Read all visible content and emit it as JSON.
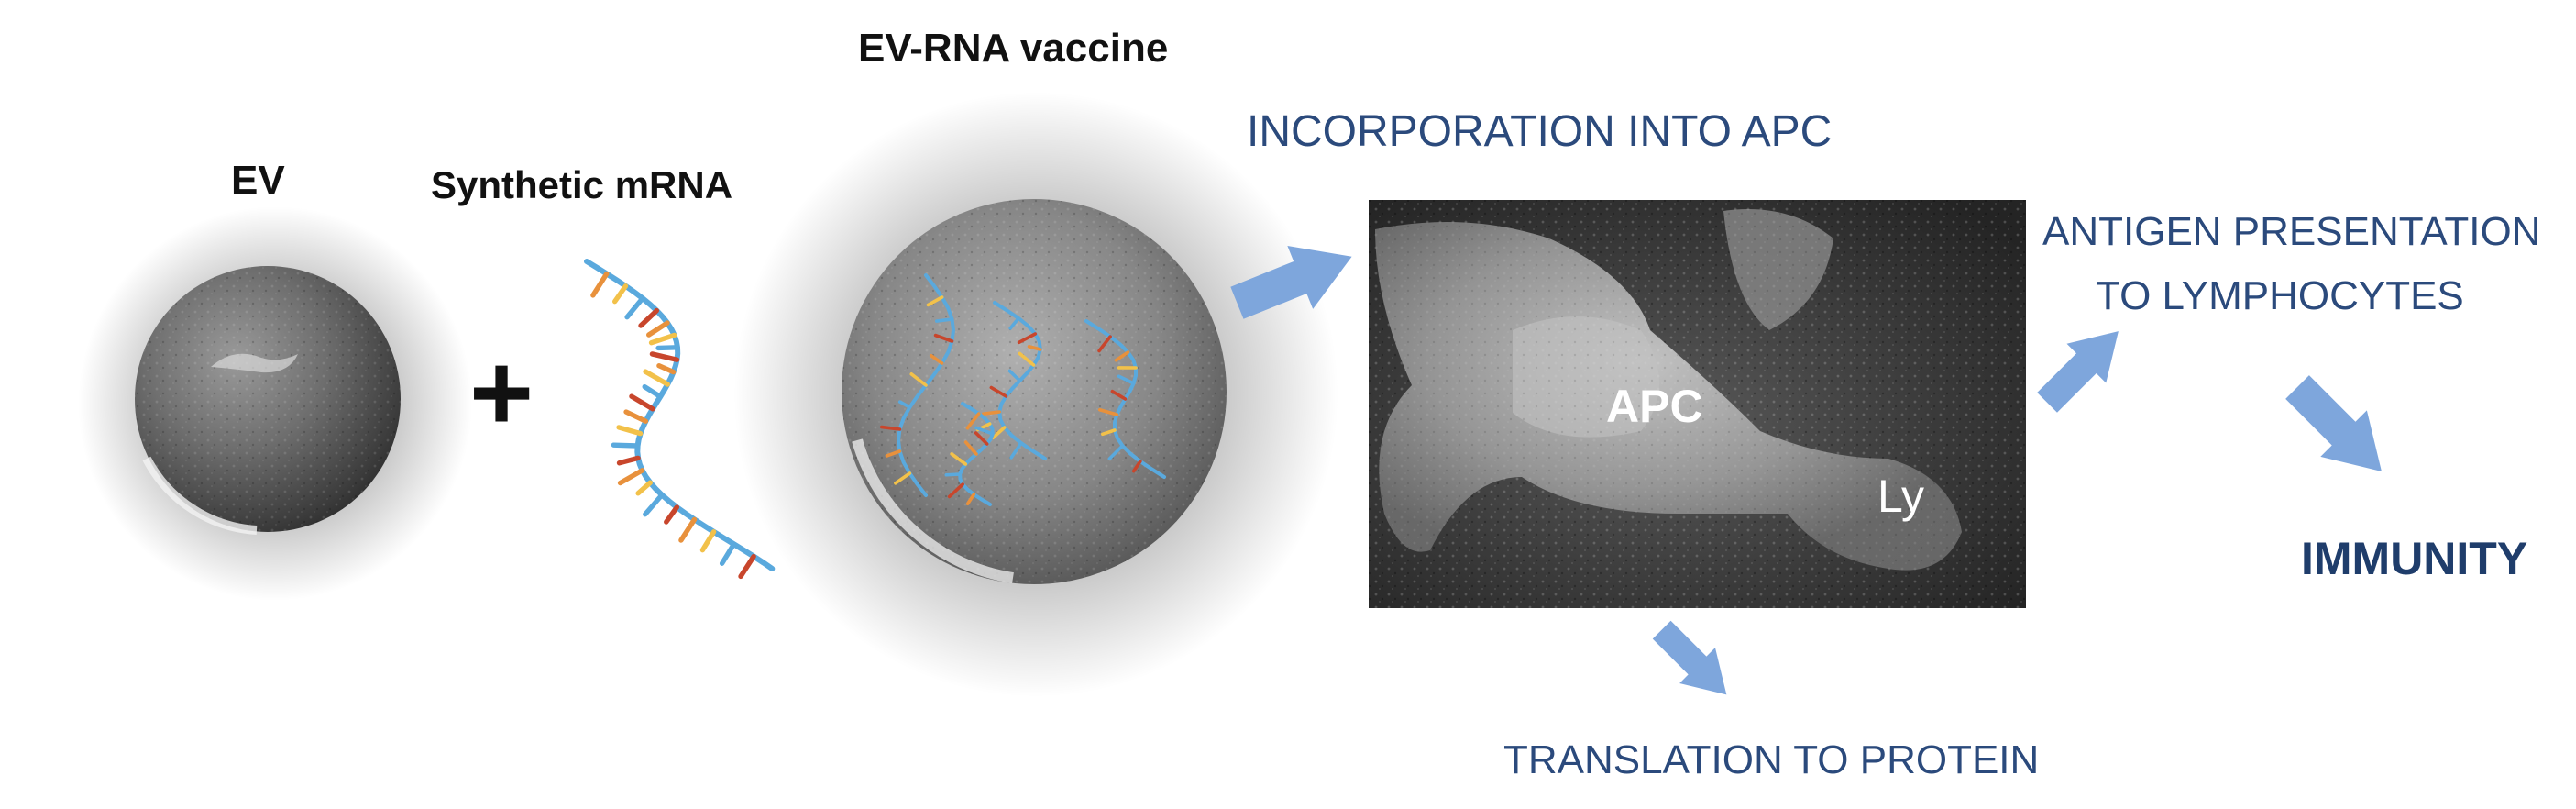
{
  "labels": {
    "ev": "EV",
    "synthetic_mrna": "Synthetic mRNA",
    "ev_rna_vaccine": "EV-RNA vaccine",
    "plus": "+",
    "incorporation": "INCORPORATION INTO APC",
    "antigen_line1": "ANTIGEN PRESENTATION",
    "antigen_line2": "TO LYMPHOCYTES",
    "translation": "TRANSLATION TO PROTEIN",
    "immunity": "IMMUNITY",
    "apc": "APC",
    "ly": "Ly"
  },
  "colors": {
    "arrow": "#7ea6dc",
    "blue_text": "#2b4a7c",
    "micrograph_bg": "#2c2c2c",
    "strand_backbone": "#5aa9dd",
    "base_colors": [
      "#c8462c",
      "#e8913c",
      "#f2c14a",
      "#5aa9dd"
    ]
  }
}
